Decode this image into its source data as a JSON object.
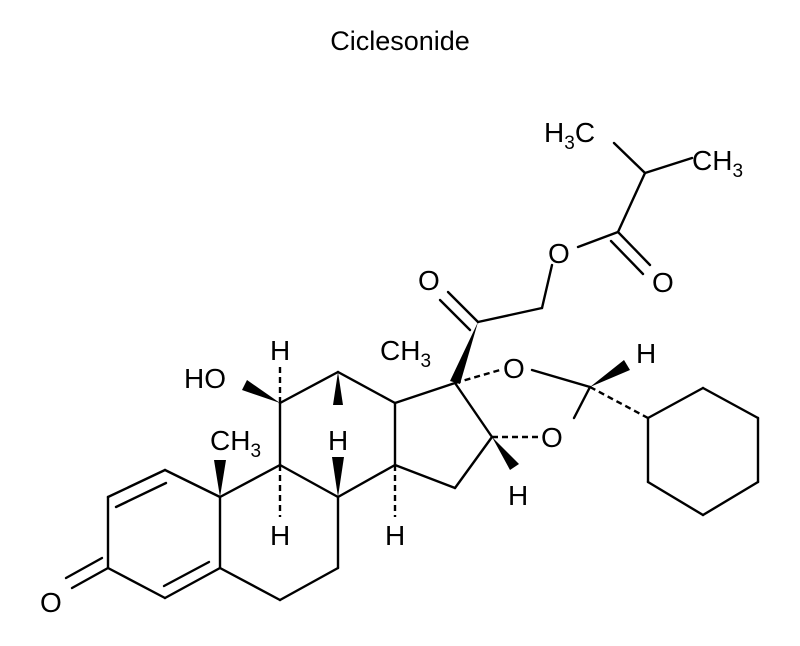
{
  "title": "Ciclesonide",
  "labels": {
    "h3c": "H",
    "h3c_sub": "3",
    "h3c_c": "C",
    "ch3_top": "CH",
    "ch3_top_sub": "3",
    "o_ester": "O",
    "o_ester_carbonyl": "O",
    "o_ketone": "O",
    "ho": "HO",
    "h11": "H",
    "ch3_13": "CH",
    "ch3_13_sub": "3",
    "o_ring_top": "O",
    "h_acetal": "H",
    "o_ring_bottom": "O",
    "ch3_10": "CH",
    "ch3_10_sub": "3",
    "h8": "H",
    "h9": "H",
    "h14": "H",
    "h16": "H",
    "o_3": "O"
  }
}
